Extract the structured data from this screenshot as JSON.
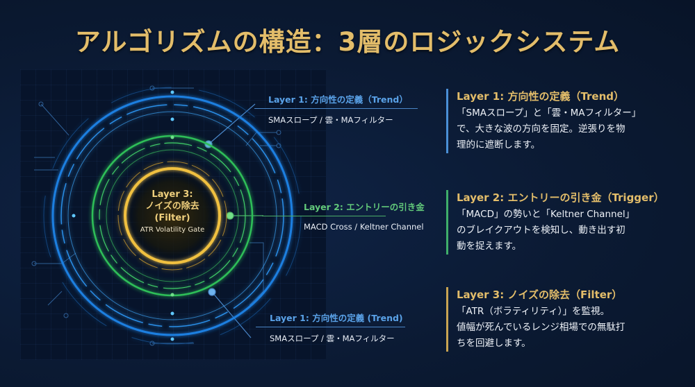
{
  "title": "アルゴリズムの構造：3層のロジックシステム",
  "colors": {
    "title_gold": "#e3bd6a",
    "layer1_blue": "#4a8fd6",
    "layer2_green": "#3fae6a",
    "layer3_gold": "#c9a452",
    "background": "#0b1a33"
  },
  "diagram": {
    "center": {
      "title_line1": "Layer 3:",
      "title_line2": "ノイズの除去",
      "title_line3": "(Filter)",
      "subtitle": "ATR Volatility Gate"
    },
    "callouts": [
      {
        "heading": "Layer 1: 方向性の定義（Trend）",
        "detail": "SMAスロープ / 雲・MAフィルター",
        "icon": "outer-blue-ring"
      },
      {
        "heading": "Layer 2: エントリーの引き金",
        "detail": "MACD Cross / Keltner Channel",
        "icon": "middle-green-ring"
      },
      {
        "heading": "Layer 1: 方向性の定義 (Trend)",
        "detail": "SMAスロープ / 雲・MAフィルター",
        "icon": "outer-blue-ring"
      }
    ]
  },
  "sections": [
    {
      "heading": "Layer 1: 方向性の定義（Trend）",
      "lines": [
        "「SMAスロープ」と「雲・MAフィルター」",
        "で、大きな波の方向を固定。逆張りを物",
        "理的に遮断します。"
      ]
    },
    {
      "heading": "Layer 2: エントリーの引き金（Trigger）",
      "lines": [
        "「MACD」の勢いと「Keltner Channel」",
        "のブレイクアウトを検知し、動き出す初",
        "動を捉えます。"
      ]
    },
    {
      "heading": "Layer 3: ノイズの除去（Filter）",
      "lines": [
        "「ATR（ボラティリティ）」を監視。",
        "値幅が死んでいるレンジ相場での無駄打",
        "ちを回避します。"
      ]
    }
  ]
}
